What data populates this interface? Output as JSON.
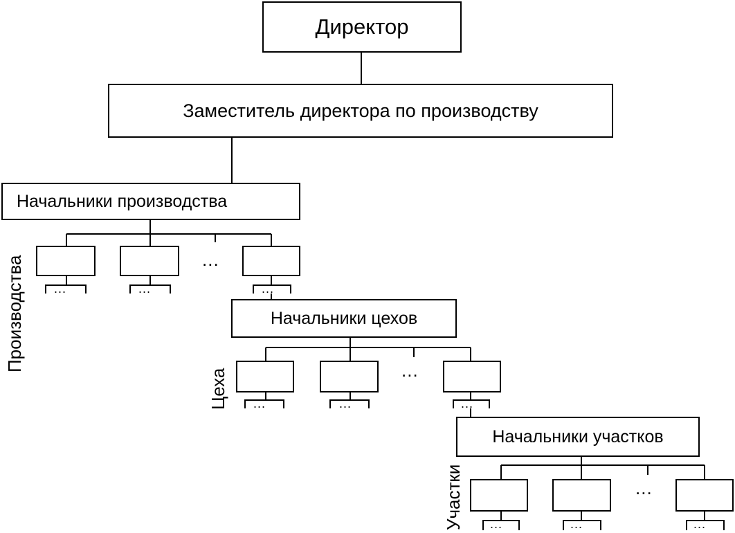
{
  "director": "Директор",
  "deputy": "Заместитель директора по производству",
  "productions": {
    "head_label": "Начальники производства",
    "side_label": "Производства",
    "unit_count": 3,
    "ellipsis": "..."
  },
  "workshops": {
    "head_label": "Начальники цехов",
    "side_label": "Цеха",
    "unit_count": 3,
    "ellipsis": "..."
  },
  "sections": {
    "head_label": "Начальники участков",
    "side_label": "Участки",
    "unit_count": 3,
    "ellipsis": "..."
  },
  "sub_ellipsis": "..."
}
